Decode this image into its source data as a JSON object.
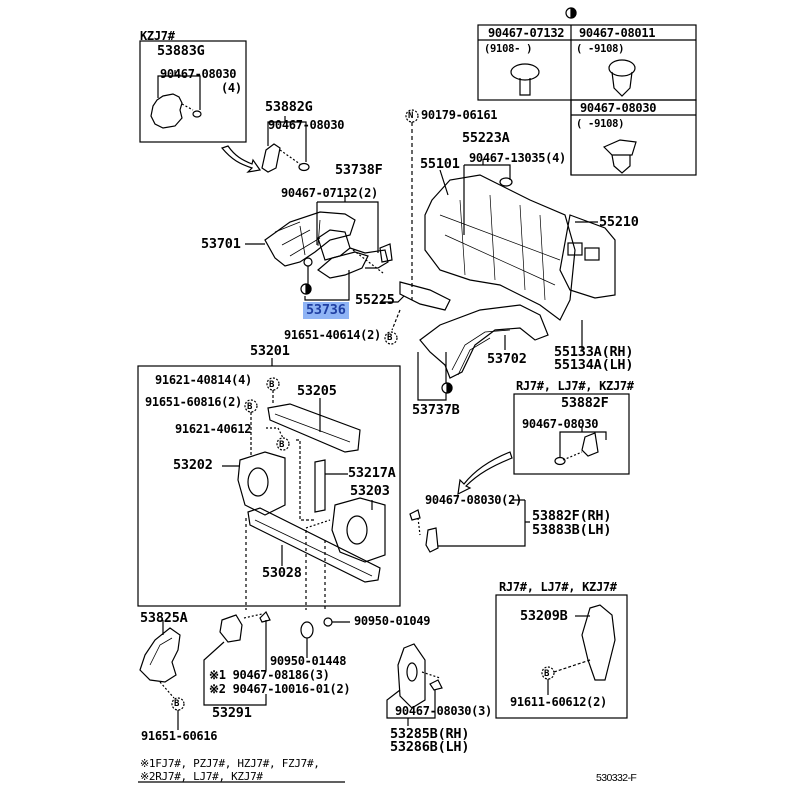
{
  "diagram": {
    "type": "exploded parts diagram",
    "reference_code": "530332-F",
    "highlight_color": "#8fb4f5",
    "highlighted_part": "53736",
    "legend_notes": [
      "※1FJ7#, PZJ7#, HZJ7#, FZJ7#,",
      "※2RJ7#, LJ7#, KZJ7#"
    ]
  },
  "boxes": {
    "kzj7_box": {
      "title": "KZJ7#",
      "part": "53883G",
      "fastener": "90467-08030",
      "qty": "(4)"
    },
    "clip_table": {
      "symbol": "half-circle-icon",
      "cells": [
        {
          "part": "90467-07132",
          "range": "(9108-        )"
        },
        {
          "part": "90467-08011",
          "range": "(       -9108)"
        },
        {
          "part": "90467-08030",
          "range": "(      -9108)"
        }
      ]
    },
    "rj7_box_1": {
      "title": "RJ7#, LJ7#, KZJ7#",
      "part": "53882F",
      "fastener": "90467-08030"
    },
    "core_support_box": {
      "title": "53201"
    },
    "rj7_box_2": {
      "title": "RJ7#, LJ7#, KZJ7#",
      "part": "53209B",
      "fastener": "91611-60612(2)"
    }
  },
  "labels": {
    "p53882G": "53882G",
    "p53882G_fastener": "90467-08030",
    "p53738F": "53738F",
    "p53738F_fastener": "90467-07132(2)",
    "p53701": "53701",
    "p53736": "53736",
    "p55225": "55225",
    "p91651_40614": "91651-40614(2)",
    "p90179": "90179-06161",
    "p55223A": "55223A",
    "p55223A_fastener": "90467-13035(4)",
    "p55101": "55101",
    "p55210": "55210",
    "p53702": "53702",
    "p55133A": "55133A(RH)",
    "p55134A": "55134A(LH)",
    "p53737B": "53737B",
    "p53201": "53201",
    "p91621_40814": "91621-40814(4)",
    "p91651_60816": "91651-60816(2)",
    "p91621_40612": "91621-40612",
    "p53205": "53205",
    "p53202": "53202",
    "p53217A": "53217A",
    "p53203": "53203",
    "p53028": "53028",
    "p90467_08030_2": "90467-08030(2)",
    "p53882F_RH": "53882F(RH)",
    "p53883B_LH": "53883B(LH)",
    "p53825A": "53825A",
    "p91651_60616": "91651-60616",
    "p90950_01049": "90950-01049",
    "p90950_01448": "90950-01448",
    "p90467_08186": "※1 90467-08186(3)",
    "p90467_10016": "※2 90467-10016-01(2)",
    "p53291": "53291",
    "p90467_08030_3": "90467-08030(3)",
    "p53285B": "53285B(RH)",
    "p53286B": "53286B(LH)"
  },
  "symbols": {
    "b_marker": "B",
    "n_marker": "N"
  }
}
